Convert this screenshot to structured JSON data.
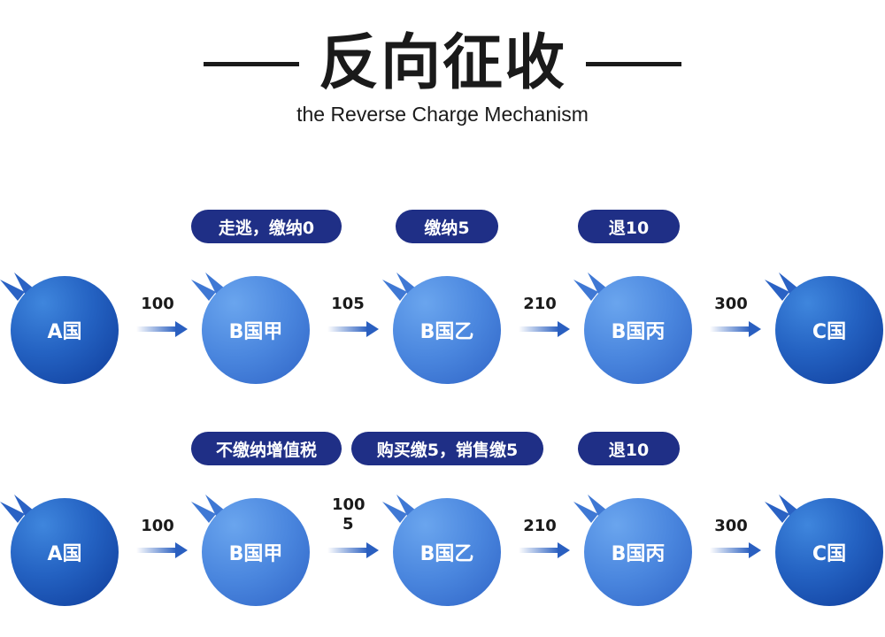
{
  "header": {
    "title": "反向征收",
    "subtitle": "the Reverse Charge Mechanism"
  },
  "colors": {
    "pill_bg": "#1f2f86",
    "node_dark": "#1f5bbd",
    "node_light": "#4a86de",
    "arrow": "#2a5fc0"
  },
  "row1": {
    "pills": [
      "走逃，缴纳0",
      "缴纳5",
      "退10"
    ],
    "nodes": [
      "A国",
      "B国甲",
      "B国乙",
      "B国丙",
      "C国"
    ],
    "amounts": [
      [
        "100"
      ],
      [
        "105"
      ],
      [
        "210"
      ],
      [
        "300"
      ]
    ]
  },
  "row2": {
    "pills": [
      "不缴纳增值税",
      "购买缴5，销售缴5",
      "退10"
    ],
    "nodes": [
      "A国",
      "B国甲",
      "B国乙",
      "B国丙",
      "C国"
    ],
    "amounts": [
      [
        "100"
      ],
      [
        "100",
        "5"
      ],
      [
        "210"
      ],
      [
        "300"
      ]
    ]
  }
}
